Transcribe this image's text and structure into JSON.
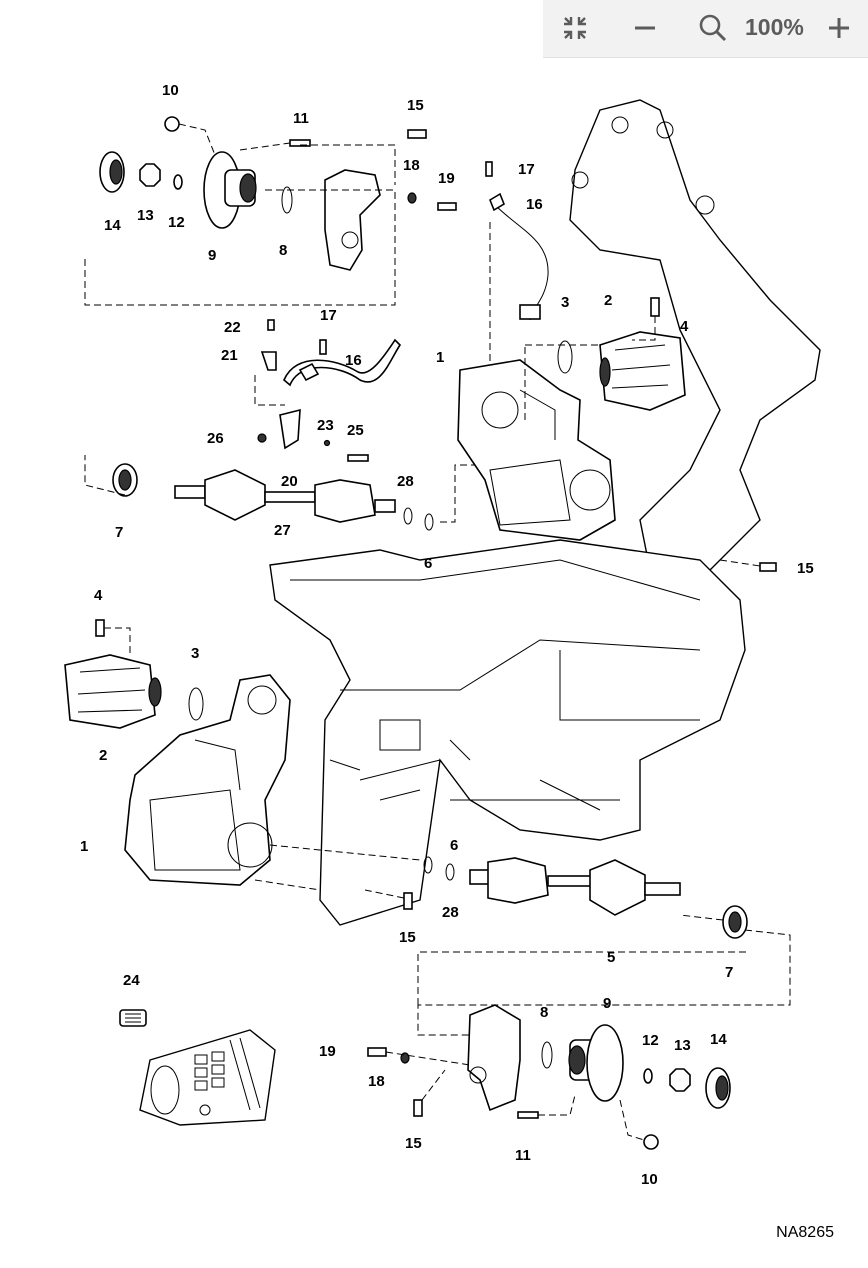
{
  "toolbar": {
    "zoom_level": "100%",
    "icons": [
      "collapse-icon",
      "zoom-out-icon",
      "magnifier-icon",
      "zoom-in-icon"
    ]
  },
  "document": {
    "figure_id": "NA8265",
    "callouts": {
      "c1a": "1",
      "c1b": "1",
      "c2a": "2",
      "c2b": "2",
      "c3a": "3",
      "c3b": "3",
      "c4a": "4",
      "c4b": "4",
      "c5": "5",
      "c6a": "6",
      "c6b": "6",
      "c7a": "7",
      "c7b": "7",
      "c8a": "8",
      "c8b": "8",
      "c9a": "9",
      "c9b": "9",
      "c10a": "10",
      "c10b": "10",
      "c11a": "11",
      "c11b": "11",
      "c12a": "12",
      "c12b": "12",
      "c13a": "13",
      "c13b": "13",
      "c14a": "14",
      "c14b": "14",
      "c15a": "15",
      "c15b": "15",
      "c15c": "15",
      "c15d": "15",
      "c16a": "16",
      "c16b": "16",
      "c17a": "17",
      "c17b": "17",
      "c18a": "18",
      "c18b": "18",
      "c19a": "19",
      "c19b": "19",
      "c20": "20",
      "c21": "21",
      "c22": "22",
      "c23": "23",
      "c24": "24",
      "c25": "25",
      "c26": "26",
      "c27": "27",
      "c28a": "28",
      "c28b": "28"
    }
  }
}
